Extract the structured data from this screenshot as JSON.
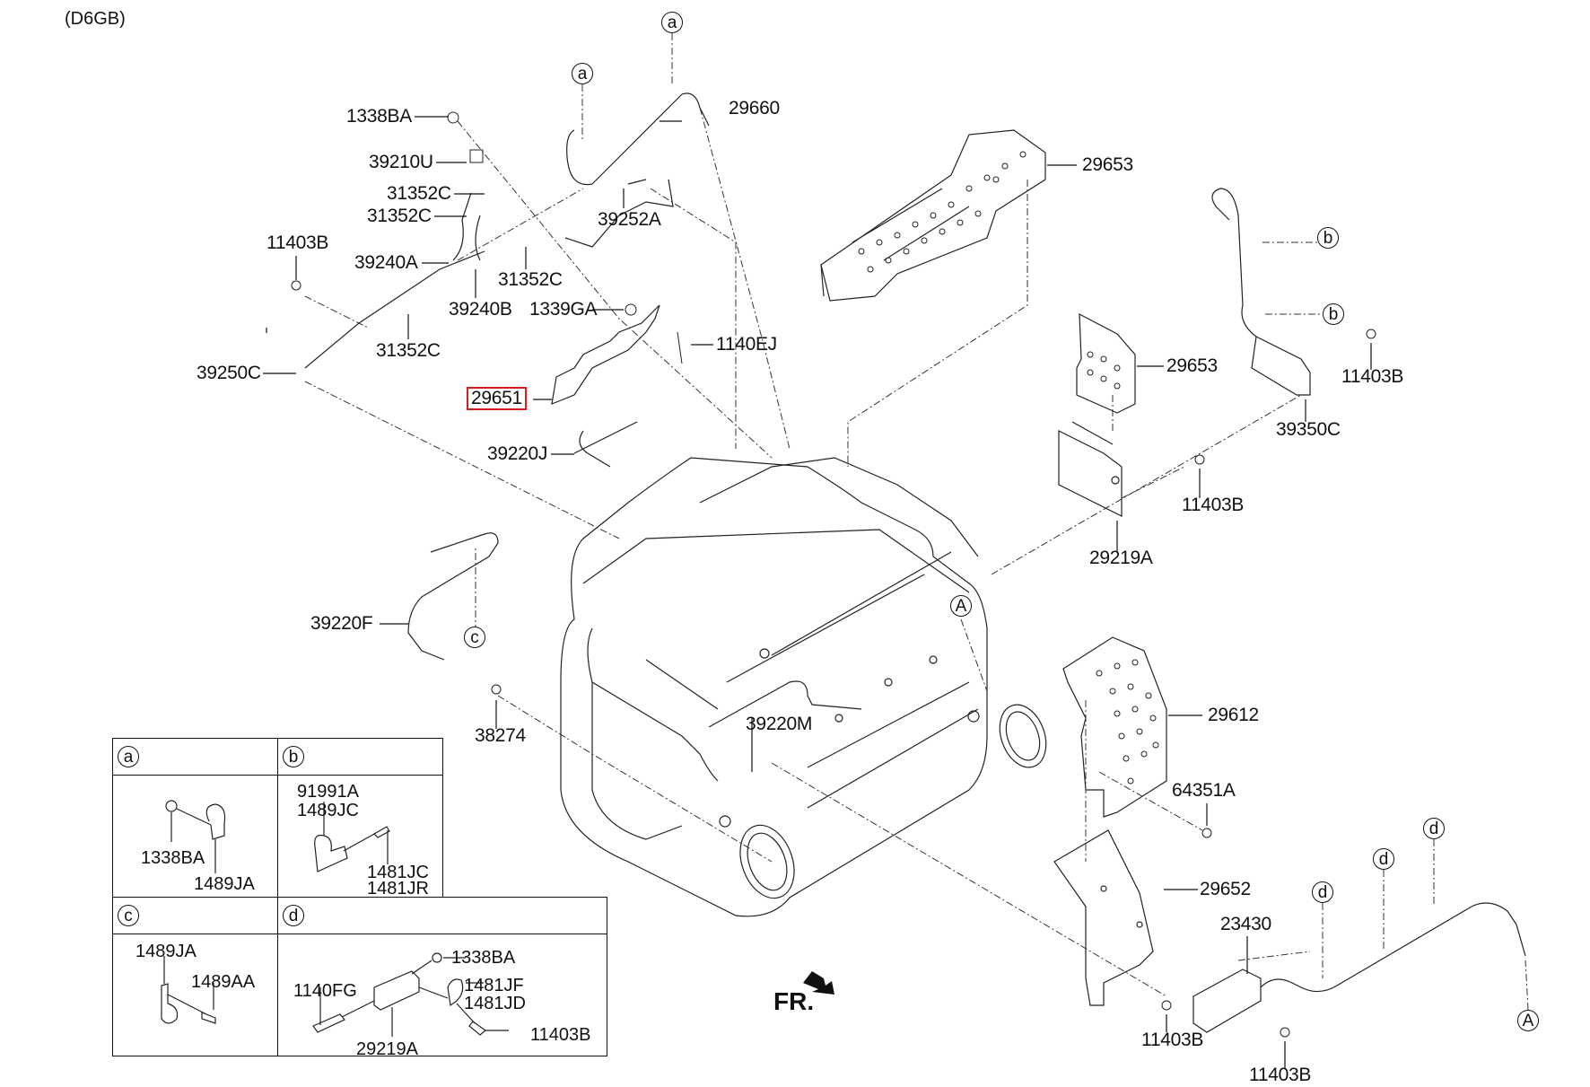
{
  "diagram": {
    "engine_code": "(D6GB)",
    "direction_label": "FR.",
    "highlight_color": "#d81e1e",
    "highlighted_part": "29651",
    "part_labels": {
      "p29660": "29660",
      "p1338BA": "1338BA",
      "p39210U": "39210U",
      "p31352C_1": "31352C",
      "p31352C_2": "31352C",
      "p31352C_3": "31352C",
      "p31352C_4": "31352C",
      "p11403B_1": "11403B",
      "p39240A": "39240A",
      "p39240B": "39240B",
      "p39252A": "39252A",
      "p1339GA": "1339GA",
      "p29653_1": "29653",
      "p29653_2": "29653",
      "p1140EJ": "1140EJ",
      "p39250C": "39250C",
      "p29651": "29651",
      "p39220J": "39220J",
      "p11403B_2": "11403B",
      "p39350C": "39350C",
      "p11403B_3": "11403B",
      "p29219A": "29219A",
      "p39220F": "39220F",
      "p38274": "38274",
      "p39220M": "39220M",
      "p29612": "29612",
      "p64351A": "64351A",
      "p29652": "29652",
      "p23430": "23430",
      "p11403B_4": "11403B",
      "p11403B_5": "11403B"
    },
    "callouts": {
      "a1": "a",
      "a2": "a",
      "b1": "b",
      "b2": "b",
      "c1": "c",
      "d1": "d",
      "d2": "d",
      "d3": "d",
      "A1": "A",
      "A2": "A"
    }
  },
  "legend": {
    "a": {
      "key": "a",
      "parts": [
        "1338BA",
        "1489JA"
      ]
    },
    "b": {
      "key": "b",
      "parts": [
        "91991A",
        "1489JC",
        "1481JC",
        "1481JR"
      ]
    },
    "c": {
      "key": "c",
      "parts": [
        "1489JA",
        "1489AA"
      ]
    },
    "d": {
      "key": "d",
      "parts": [
        "1338BA",
        "1140FG",
        "1481JF",
        "1481JD",
        "29219A",
        "11403B"
      ]
    }
  }
}
